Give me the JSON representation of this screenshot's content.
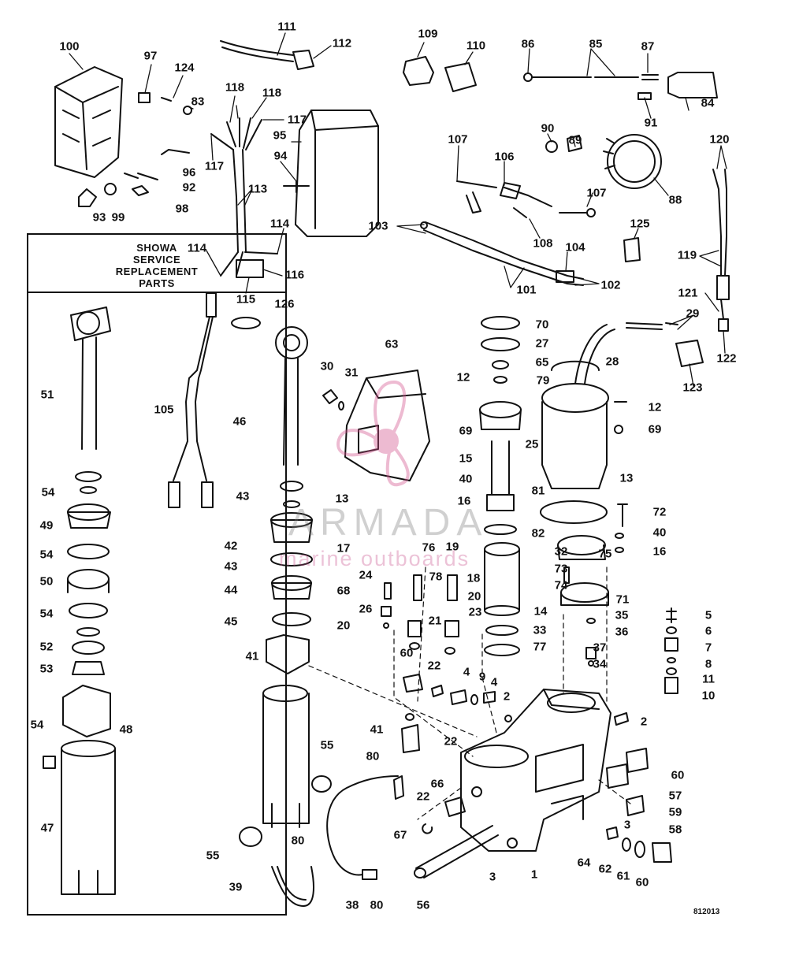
{
  "watermark": {
    "brand": "ARMADA",
    "tagline": "marine outboards"
  },
  "figure_number": "812013",
  "showa_box": {
    "line1": "SHOWA",
    "line2": "SERVICE",
    "line3": "REPLACEMENT",
    "line4": "PARTS"
  },
  "callouts": [
    "1",
    "2",
    "2",
    "2",
    "3",
    "3",
    "4",
    "4",
    "5",
    "6",
    "7",
    "8",
    "9",
    "10",
    "11",
    "12",
    "12",
    "13",
    "13",
    "14",
    "15",
    "16",
    "16",
    "16",
    "17",
    "18",
    "19",
    "20",
    "20",
    "20",
    "21",
    "22",
    "22",
    "22",
    "22",
    "23",
    "24",
    "25",
    "26",
    "27",
    "28",
    "29",
    "30",
    "31",
    "32",
    "33",
    "34",
    "35",
    "36",
    "37",
    "38",
    "39",
    "40",
    "40",
    "41",
    "41",
    "42",
    "43",
    "43",
    "44",
    "45",
    "46",
    "47",
    "48",
    "49",
    "50",
    "51",
    "52",
    "53",
    "54",
    "54",
    "54",
    "54",
    "54",
    "55",
    "55",
    "56",
    "57",
    "58",
    "59",
    "60",
    "60",
    "60",
    "60",
    "61",
    "62",
    "63",
    "64",
    "65",
    "66",
    "67",
    "68",
    "69",
    "69",
    "70",
    "71",
    "72",
    "73",
    "74",
    "75",
    "76",
    "77",
    "78",
    "79",
    "80",
    "80",
    "80",
    "81",
    "82",
    "83",
    "84",
    "85",
    "86",
    "87",
    "88",
    "89",
    "90",
    "91",
    "92",
    "93",
    "94",
    "95",
    "96",
    "97",
    "98",
    "99",
    "100",
    "101",
    "102",
    "103",
    "104",
    "105",
    "106",
    "107",
    "107",
    "108",
    "109",
    "110",
    "111",
    "112",
    "113",
    "114",
    "114",
    "115",
    "116",
    "117",
    "117",
    "117",
    "118",
    "118",
    "119",
    "120",
    "121",
    "122",
    "123",
    "124",
    "125",
    "126"
  ]
}
